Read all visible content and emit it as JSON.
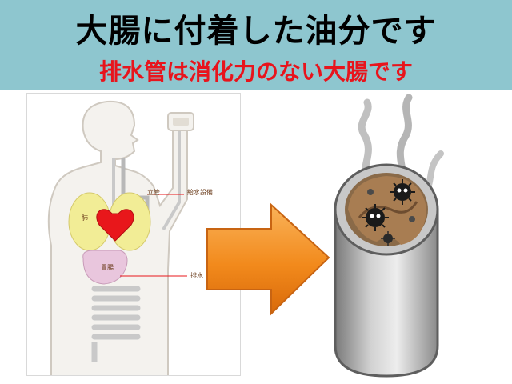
{
  "header": {
    "title": "大腸に付着した油分です",
    "subtitle": "排水管は消化力のない大腸です"
  },
  "diagram": {
    "labels": {
      "supply_pipe": "立管",
      "water_supply_equipment": "給水設備",
      "lung": "肺",
      "stomach": "胃腸",
      "drain": "排水"
    }
  },
  "colors": {
    "banner": "#8ec6cf",
    "subtitle": "#e8141c",
    "arrow": "#f28a1c"
  }
}
